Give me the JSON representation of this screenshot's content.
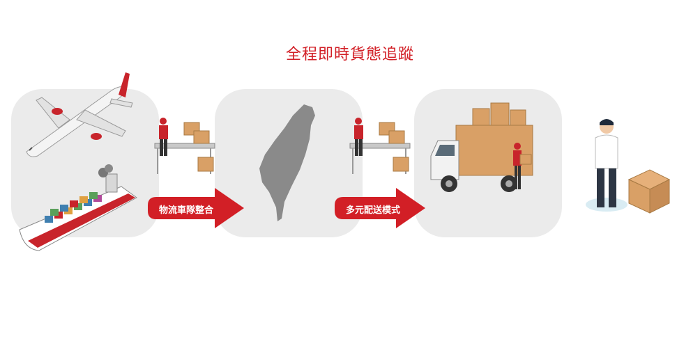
{
  "title": "全程即時貨態追蹤",
  "steps": [
    {
      "label": "物流車隊整合"
    },
    {
      "label": "多元配送模式"
    }
  ],
  "icons": [
    "airplane-icon",
    "cargo-ship-icon",
    "warehouse-worker-icon",
    "taiwan-map-icon",
    "delivery-truck-icon",
    "recipient-icon",
    "parcel-box-icon"
  ],
  "colors": {
    "accent": "#d21f26",
    "panel": "#ebebeb",
    "box": "#d9a066",
    "map": "#8a8a8a"
  }
}
